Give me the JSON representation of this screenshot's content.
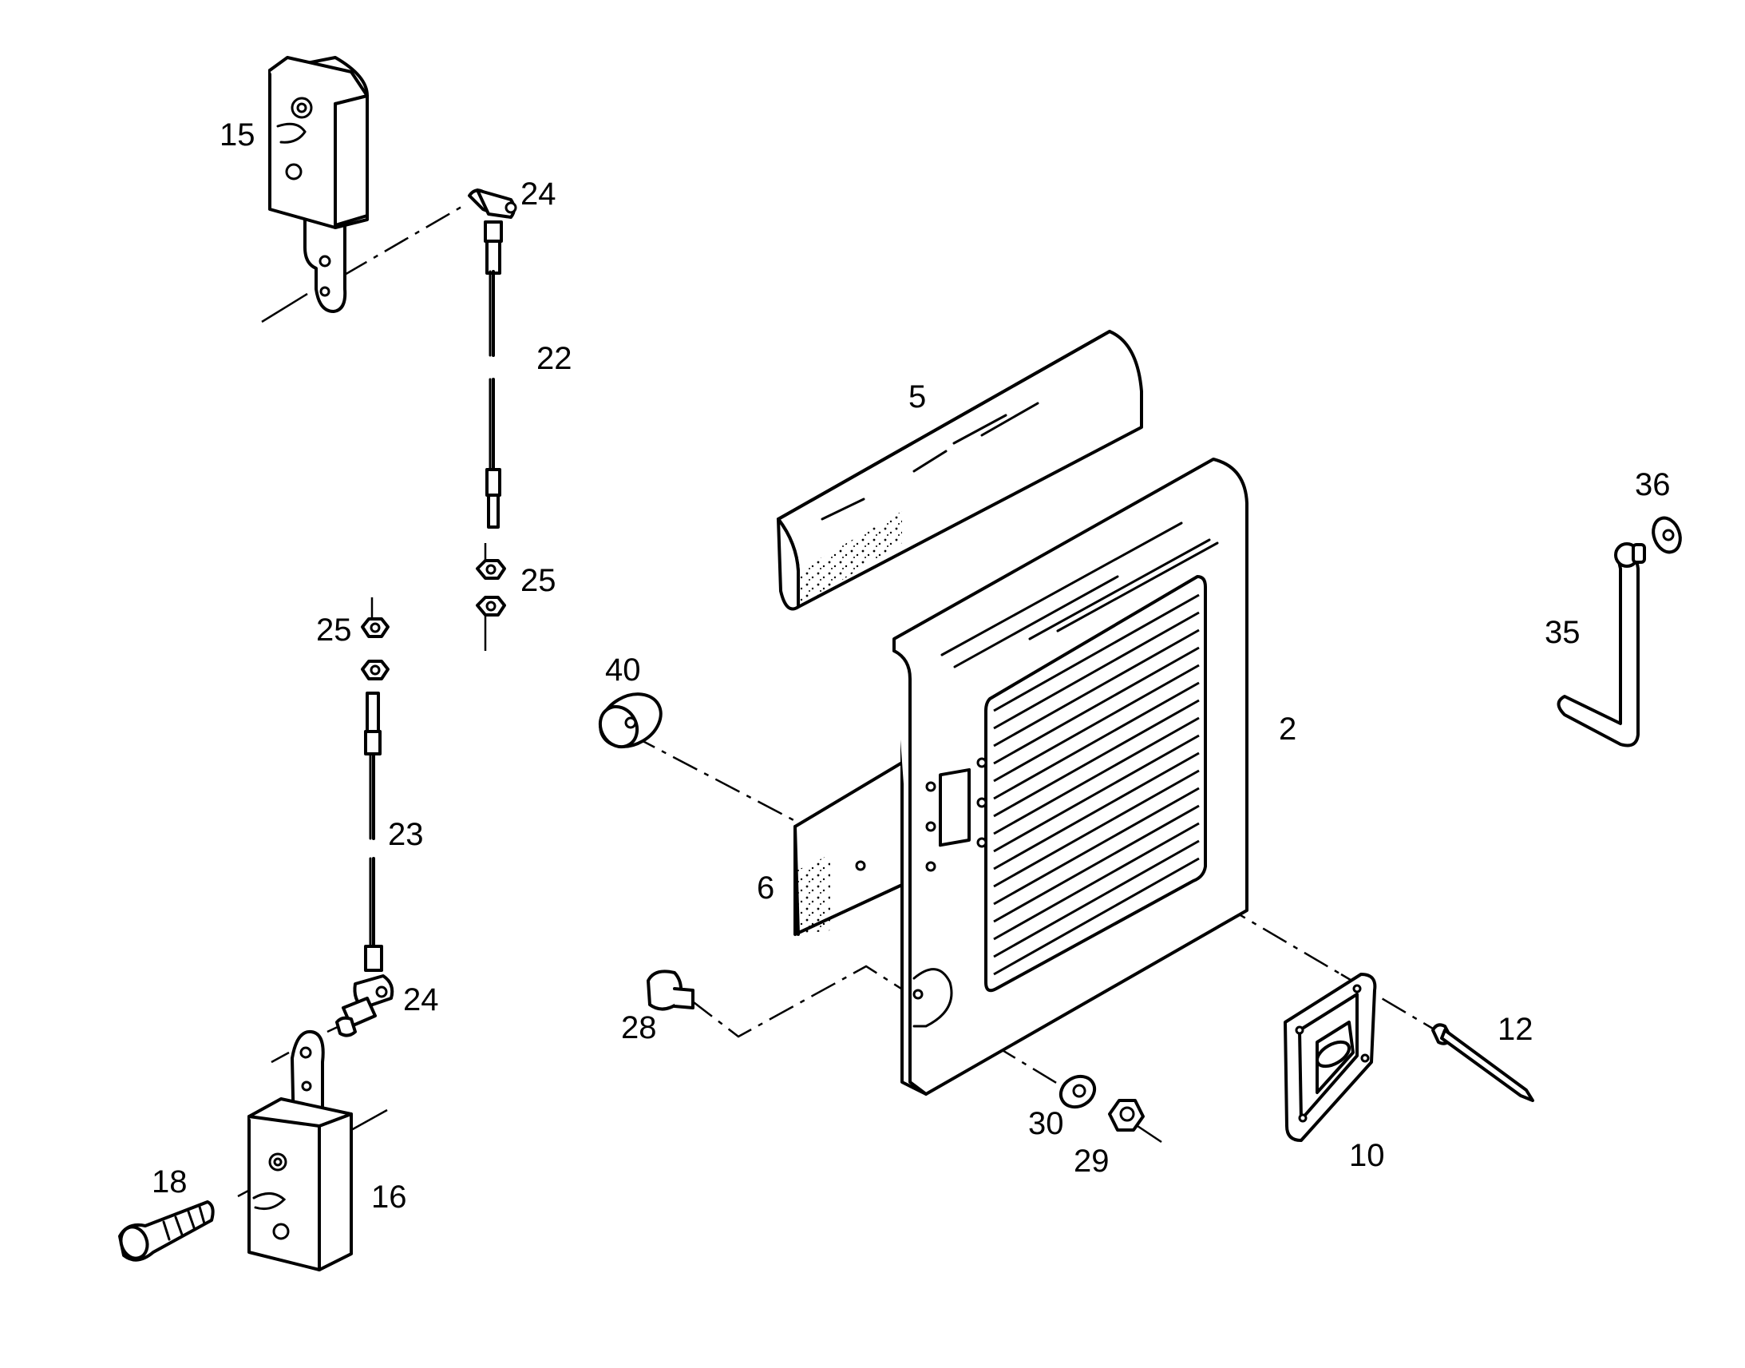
{
  "callouts": {
    "c2": "2",
    "c5": "5",
    "c6": "6",
    "c10": "10",
    "c12": "12",
    "c15": "15",
    "c16": "16",
    "c18": "18",
    "c22": "22",
    "c23": "23",
    "c24a": "24",
    "c24b": "24",
    "c25a": "25",
    "c25b": "25",
    "c28": "28",
    "c29": "29",
    "c30": "30",
    "c35": "35",
    "c36": "36",
    "c40": "40"
  }
}
